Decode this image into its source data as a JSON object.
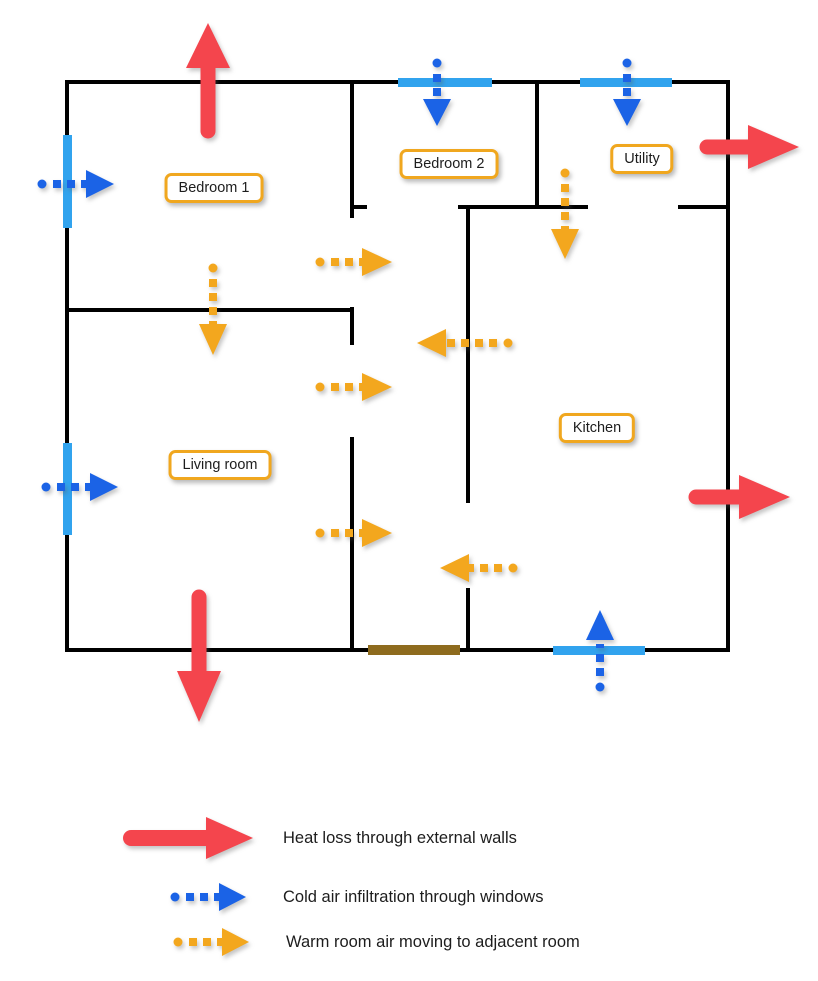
{
  "floorplan": {
    "rooms": [
      {
        "label": "Bedroom 1"
      },
      {
        "label": "Bedroom 2"
      },
      {
        "label": "Utility"
      },
      {
        "label": "Living room"
      },
      {
        "label": "Kitchen"
      }
    ]
  },
  "legend": {
    "items": [
      {
        "icon": "heat-loss-arrow-icon",
        "label": "Heat loss through external walls"
      },
      {
        "icon": "cold-air-arrow-icon",
        "label": "Cold air infiltration through windows"
      },
      {
        "icon": "warm-air-arrow-icon",
        "label": "Warm room air moving to adjacent room"
      }
    ]
  },
  "colors": {
    "heat_loss_red": "#f4454d",
    "cold_air_blue": "#1b63e6",
    "warm_air_orange": "#f3a71e",
    "window_light_blue": "#31a3ee",
    "door_brown": "#8e6b1e",
    "wall_black": "#000000",
    "room_label_border_orange": "#f0a71f",
    "room_label_background": "#ffffff",
    "text_dark": "#1d1d1d"
  }
}
